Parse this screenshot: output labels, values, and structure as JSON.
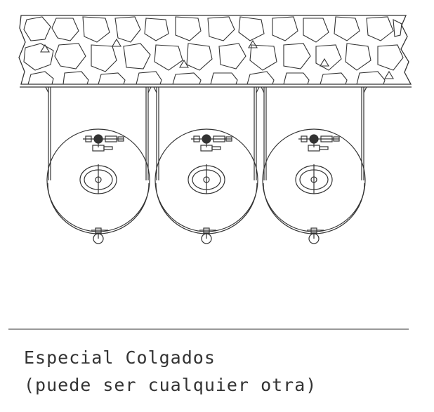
{
  "caption": {
    "line1": "Especial Colgados",
    "line2": "(puede ser cualquier otra)"
  },
  "colors": {
    "line": "#333333",
    "background": "#ffffff"
  },
  "diagram": {
    "tank_count": 3,
    "ceiling": "stone-masonry"
  }
}
